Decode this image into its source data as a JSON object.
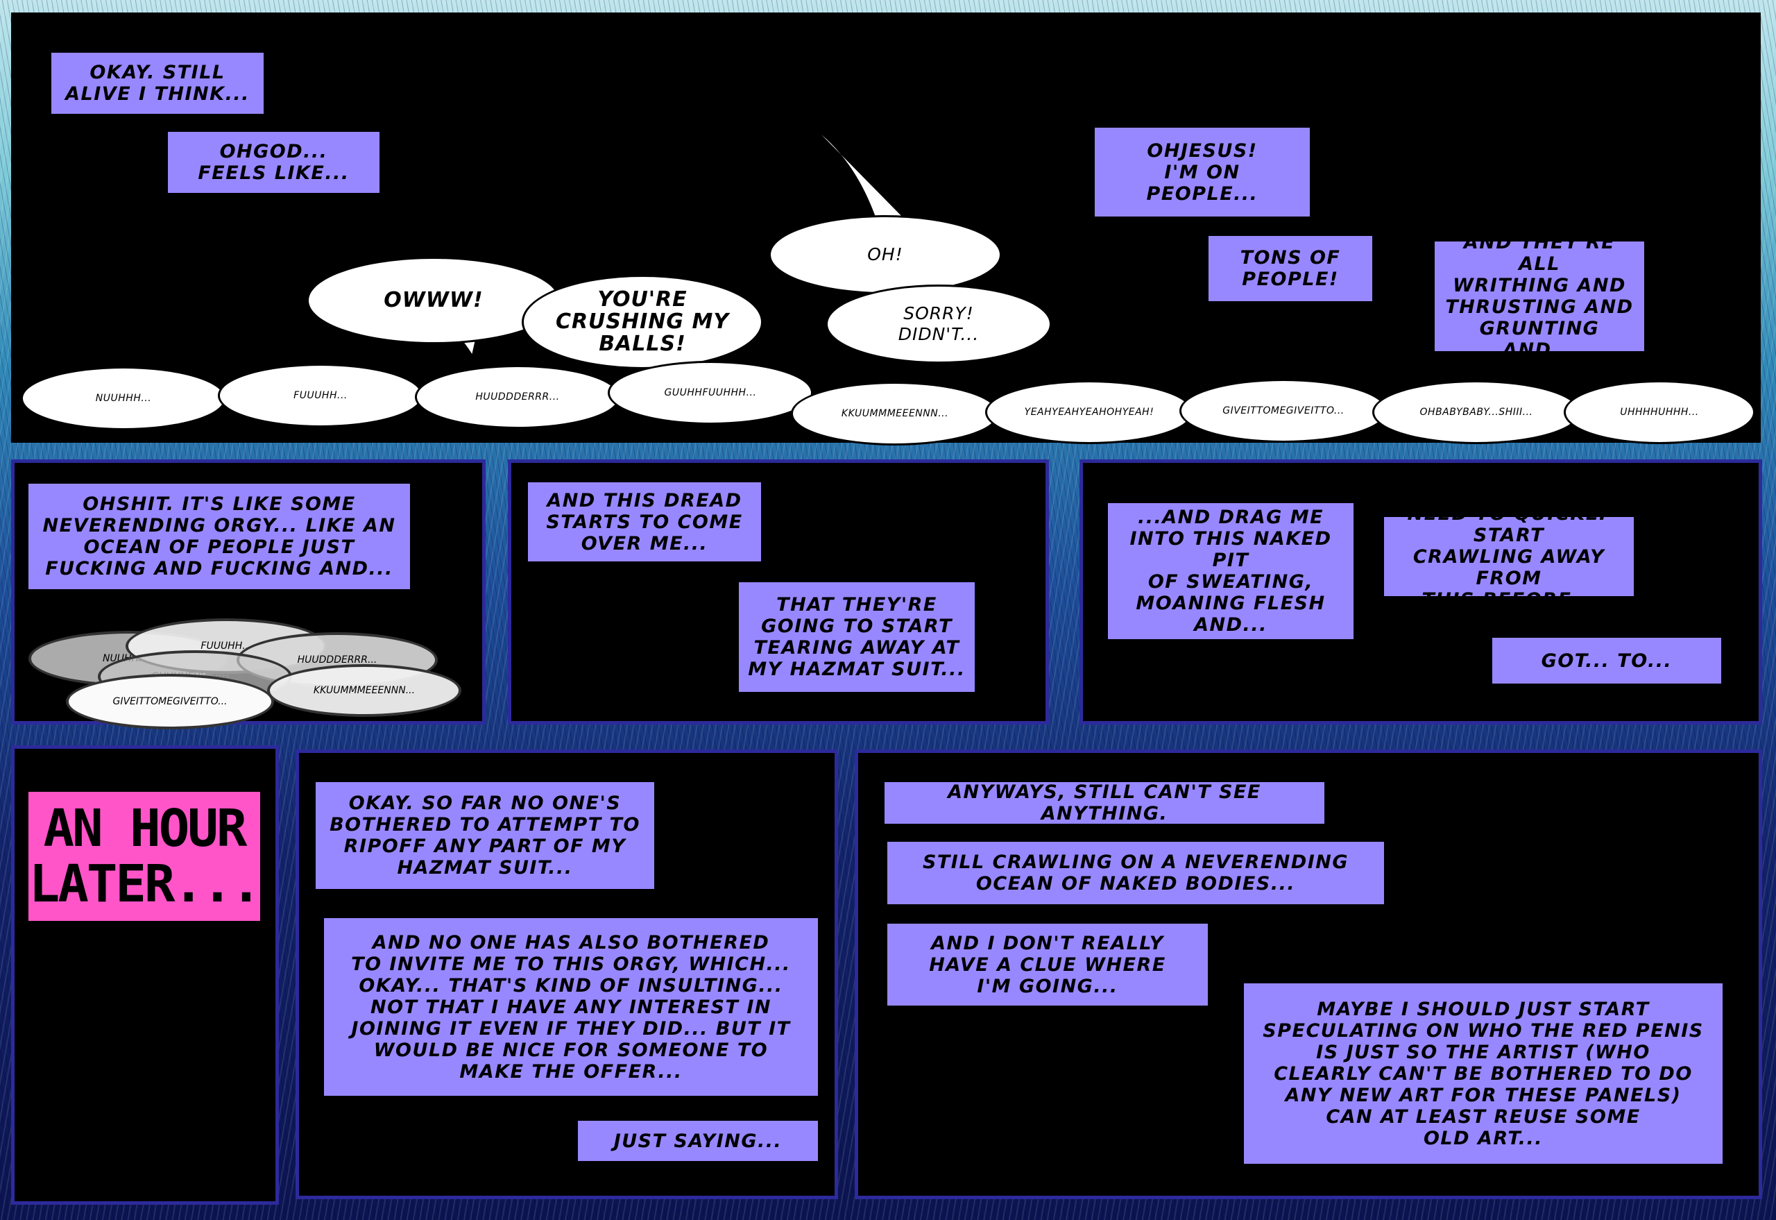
{
  "row1": {
    "captions": [
      "OKAY. STILL\nALIVE I THINK...",
      "OHGOD...\nFEELS LIKE...",
      "OHJESUS!\nI'M ON\nPEOPLE...",
      "TONS OF\nPEOPLE!",
      "AND THEY'RE ALL\nWRITHING AND\nTHRUSTING AND\nGRUNTING AND..."
    ],
    "speech": [
      "OWWW!",
      "YOU'RE\nCRUSHING MY\nBALLS!",
      "OH!",
      "SORRY!\nDIDN'T..."
    ],
    "crowd": [
      "NUUHHH...",
      "FUUUHH...",
      "HUUDDDERRR...",
      "GUUHHFUUHHH...",
      "KKUUMMMEEENNN...",
      "YEAHYEAHYEAHOHYEAH!",
      "GIVEITTOMEGIVEITTO...",
      "OHBABYBABY...SHIII...",
      "UHHHHUHHH..."
    ]
  },
  "row2": {
    "panel1": {
      "caption": "OHSHIT. IT'S LIKE SOME\nNEVERENDING ORGY... LIKE AN\nOCEAN OF PEOPLE JUST\nFUCKING AND FUCKING AND...",
      "crowd": [
        "NUUHHH...",
        "FUUUHH...",
        "HUUDDDERRR...",
        "GUUHHFUUHHH...",
        "KKUUMMMEEENNN...",
        "GIVEITTOMEGIVEITTO..."
      ]
    },
    "panel2": {
      "captions": [
        "AND THIS DREAD\nSTARTS TO COME\nOVER ME...",
        "THAT THEY'RE\nGOING TO START\nTEARING AWAY AT\nMY HAZMAT SUIT..."
      ]
    },
    "panel3": {
      "captions": [
        "...AND DRAG ME\nINTO THIS NAKED PIT\nOF SWEATING,\nMOANING FLESH\nAND...",
        "NEED TO QUICKLY START\nCRAWLING AWAY FROM\nTHIS BEFORE...",
        "GOT... TO..."
      ]
    }
  },
  "row3": {
    "title": "AN HOUR\nLATER...",
    "panel2": {
      "captions": [
        "OKAY. SO FAR NO ONE'S\nBOTHERED TO ATTEMPT TO\nRIPOFF ANY PART OF MY\nHAZMAT SUIT...",
        "AND NO ONE HAS ALSO BOTHERED\nTO INVITE ME TO THIS ORGY, WHICH...\nOKAY... THAT'S KIND OF INSULTING...\nNOT THAT I HAVE ANY INTEREST IN\nJOINING IT EVEN IF THEY DID... BUT IT\nWOULD BE NICE FOR SOMEONE TO\nMAKE THE OFFER...",
        "JUST SAYING..."
      ]
    },
    "panel3": {
      "captions": [
        "ANYWAYS, STILL CAN'T SEE ANYTHING.",
        "STILL CRAWLING ON A NEVERENDING\nOCEAN OF NAKED BODIES...",
        "AND I DON'T REALLY\nHAVE A CLUE WHERE\nI'M GOING...",
        "MAYBE I SHOULD JUST START\nSPECULATING ON WHO THE RED PENIS\nIS JUST SO THE ARTIST (WHO\nCLEARLY CAN'T BE BOTHERED TO DO\nANY NEW ART FOR THESE PANELS)\nCAN AT LEAST REUSE SOME\nOLD ART..."
      ]
    }
  },
  "colors": {
    "caption": "#9788ff",
    "title": "#ff55c8",
    "border": "#2d2a9c"
  }
}
